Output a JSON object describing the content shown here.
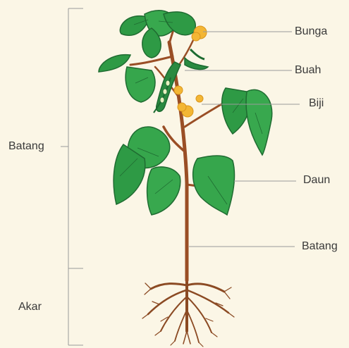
{
  "labels": {
    "bunga": "Bunga",
    "buah": "Buah",
    "biji": "Biji",
    "daun": "Daun",
    "batang_right": "Batang",
    "batang_left": "Batang",
    "akar": "Akar"
  },
  "colors": {
    "background": "#fbf6e6",
    "leaf": "#2e9a45",
    "leaf_dark": "#1f6b31",
    "stem": "#9a4e25",
    "root": "#8b4a23",
    "flower": "#f3b634",
    "pod": "#2a8a40",
    "line": "#9a9a9a"
  }
}
